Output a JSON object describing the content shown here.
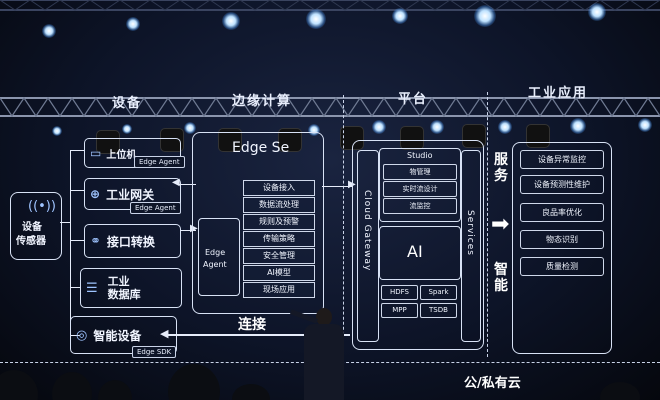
{
  "columns": {
    "devices": "设备",
    "edge_computing": "边缘计算",
    "platform": "平台",
    "industrial_apps": "工业应用"
  },
  "sensor": {
    "label_line1": "设备",
    "label_line2": "传感器"
  },
  "devices": [
    {
      "label": "上位机",
      "chip": "Edge Agent",
      "icon": "monitor-icon"
    },
    {
      "label": "工业网关",
      "chip": "Edge Agent",
      "icon": "gateway-icon"
    },
    {
      "label": "接口转换",
      "chip": "",
      "icon": "link-icon"
    },
    {
      "label_line1": "工业",
      "label_line2": "数据库",
      "chip": "",
      "icon": "database-icon"
    },
    {
      "label": "智能设备",
      "chip": "Edge SDK",
      "icon": "smart-device-icon"
    }
  ],
  "edge": {
    "title": "Edge Se",
    "agent_line1": "Edge",
    "agent_line2": "Agent",
    "services": [
      "设备接入",
      "数据流处理",
      "规则及预警",
      "传输策略",
      "安全管理",
      "AI模型",
      "现场应用"
    ]
  },
  "platform": {
    "gateway_label": "Cloud Gateway",
    "studio_title": "Studio",
    "studio_items": [
      "物管理",
      "实时流设计",
      "流监控"
    ],
    "ai_label": "AI",
    "storage": [
      "HDFS",
      "Spark",
      "MPP",
      "TSDB"
    ],
    "services_label": "Services"
  },
  "middle": {
    "left_text": "服务",
    "right_text": "智能"
  },
  "apps": [
    "设备异常监控",
    "设备预测性维护",
    "良品率优化",
    "物态识别",
    "质量检测"
  ],
  "connect_label": "连接",
  "cloud_label": "公/私有云"
}
